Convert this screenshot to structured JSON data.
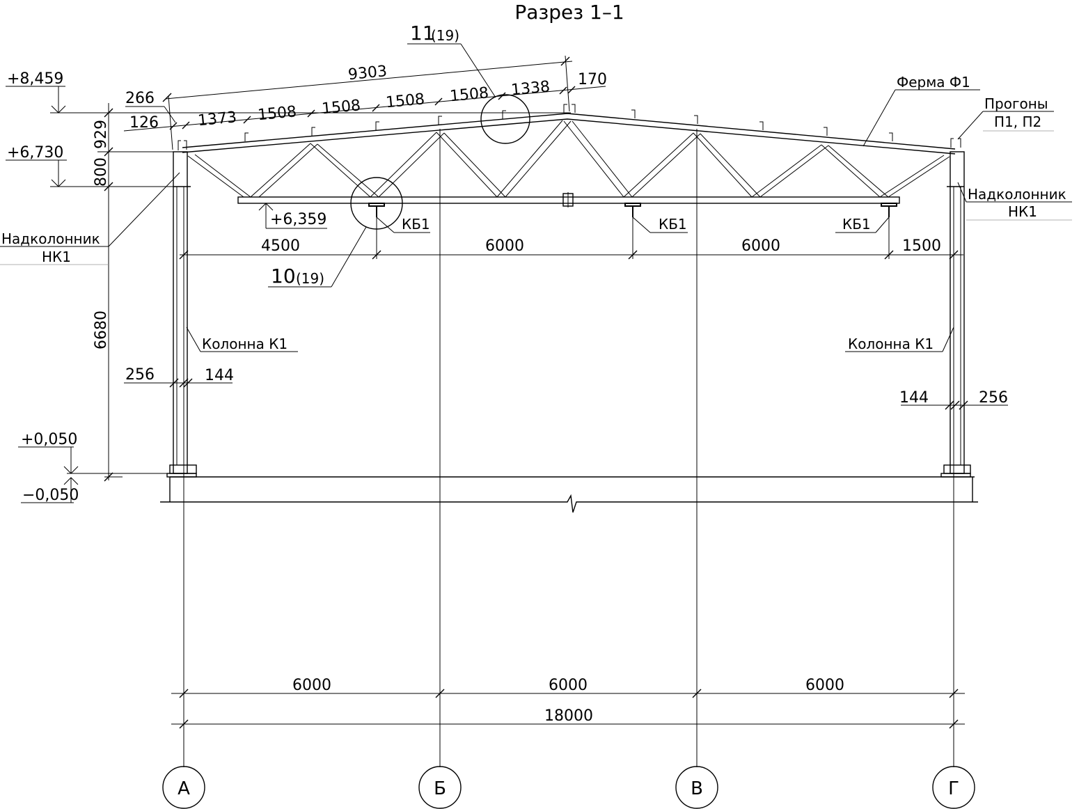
{
  "title": "Разрез 1–1",
  "elevations": {
    "ridge": "+8,459",
    "eaves": "+6,730",
    "bottom_chord": "+6,359",
    "floor_top": "+0,050",
    "floor_bottom": "−0,050"
  },
  "top_dims": {
    "slope_total": "9303",
    "eave_266": "266",
    "eave_126": "126",
    "p1": "1373",
    "p2": "1508",
    "p3": "1508",
    "p4": "1508",
    "p5": "1508",
    "p6": "1338",
    "p7": "170"
  },
  "left_dims": {
    "d929": "929",
    "d800": "800",
    "d6680": "6680",
    "d256": "256",
    "d144": "144"
  },
  "right_dims": {
    "d144": "144",
    "d256": "256"
  },
  "beam_dims": {
    "d4500": "4500",
    "d6000a": "6000",
    "d6000b": "6000",
    "d1500": "1500"
  },
  "bottom_dims": {
    "d6000a": "6000",
    "d6000b": "6000",
    "d6000c": "6000",
    "total": "18000"
  },
  "labels": {
    "truss": "Ферма Ф1",
    "purlins_line1": "Прогоны",
    "purlins_line2": "П1, П2",
    "cap_left_line1": "Надколонник",
    "cap_left_line2": "НК1",
    "cap_right_line1": "Надколонник",
    "cap_right_line2": "НК1",
    "column_left": "Колонна К1",
    "column_right": "Колонна К1",
    "beam1": "КБ1",
    "beam2": "КБ1",
    "beam3": "КБ1"
  },
  "callouts": {
    "node11_num": "11",
    "node11_sheet": "(19)",
    "node10_num": "10",
    "node10_sheet": "(19)"
  },
  "axes": {
    "a": "А",
    "b": "Б",
    "v": "В",
    "g": "Г"
  }
}
